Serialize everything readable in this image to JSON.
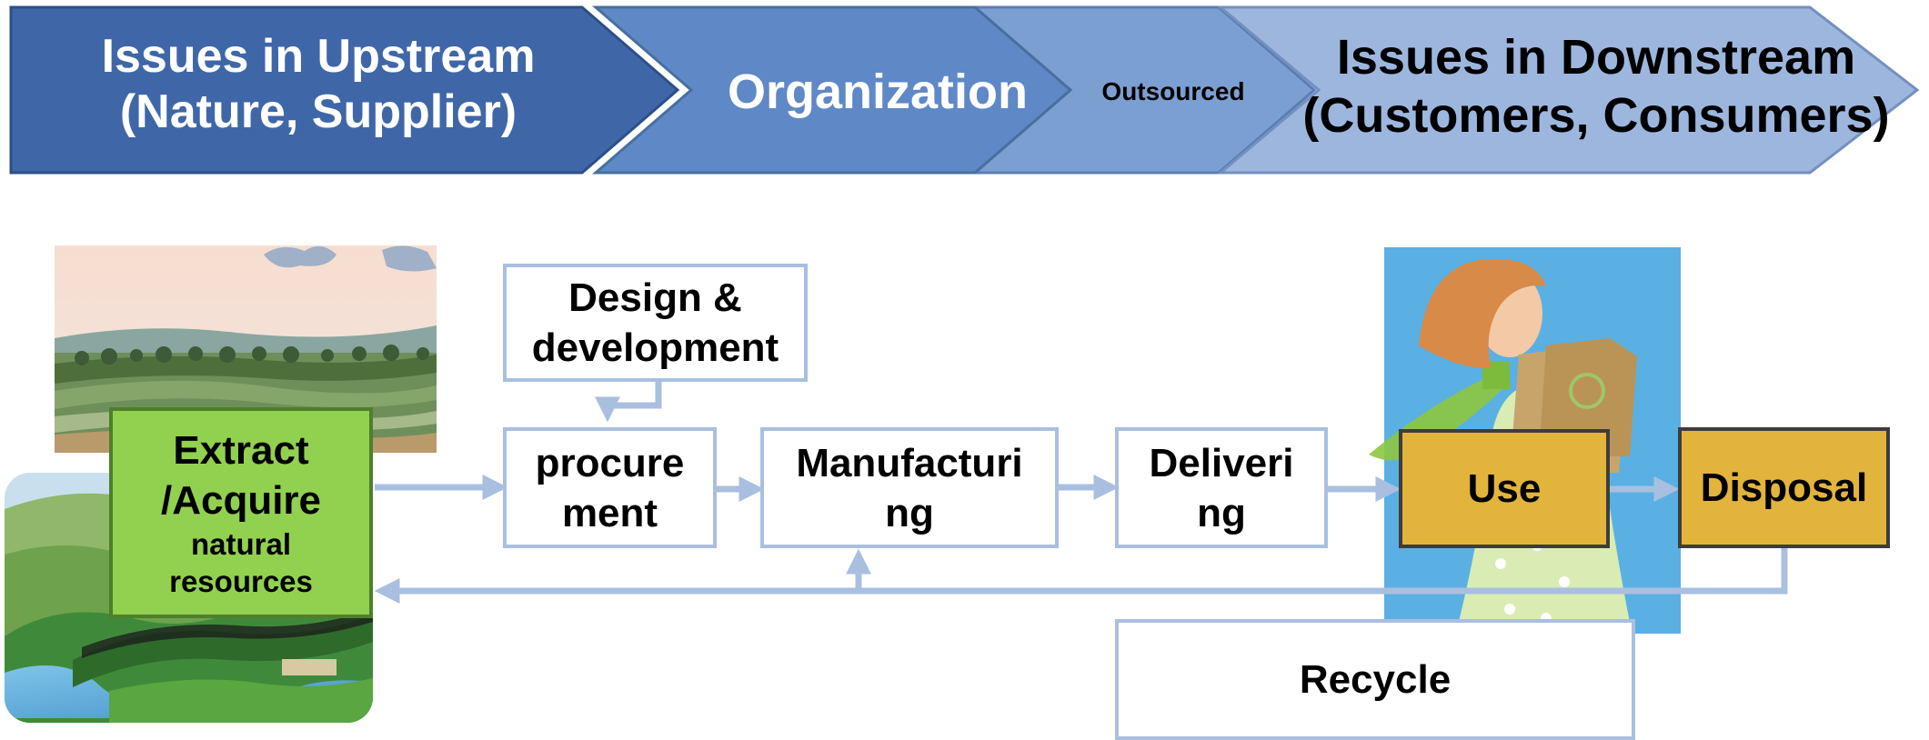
{
  "header": {
    "upstream": {
      "line1": "Issues in Upstream",
      "line2": "(Nature, Supplier)"
    },
    "organization": "Organization",
    "outsourced": "Outsourced",
    "downstream": {
      "line1": "Issues in Downstream",
      "line2": "(Customers, Consumers)"
    }
  },
  "flow": {
    "extract": {
      "line1": "Extract",
      "line2": "/Acquire",
      "line3": "natural",
      "line4": "resources"
    },
    "design": {
      "line1": "Design &",
      "line2": "development"
    },
    "procurement": {
      "line1": "procure",
      "line2": "ment"
    },
    "manufacturing": {
      "line1": "Manufacturi",
      "line2": "ng"
    },
    "delivering": {
      "line1": "Deliveri",
      "line2": "ng"
    },
    "use": "Use",
    "disposal": "Disposal",
    "recycle": "Recycle"
  },
  "colors": {
    "upstream_chevron": "#3f67a8",
    "organization_chevron": "#5f88c6",
    "outsourced_chevron": "#7c9fd2",
    "downstream_chevron": "#9db6de",
    "box_border": "#a9bfe0",
    "arrow": "#a9bfe0",
    "extract_fill": "#92d050",
    "use_fill": "#e2b43c",
    "sky_panel": "#5ab0e3"
  }
}
